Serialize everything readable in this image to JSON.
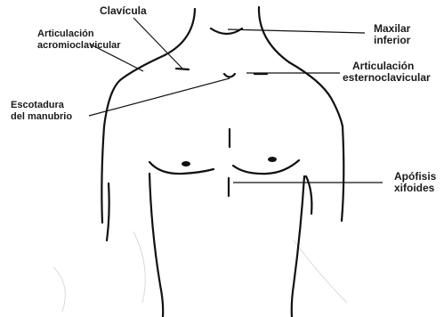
{
  "labels": {
    "clavicula": "Clavícula",
    "articulacion_acromio_1": "Articulación",
    "articulacion_acromio_2": "acromioclavicular",
    "escotadura_1": "Escotadura",
    "escotadura_2": "del manubrio",
    "maxilar_1": "Maxilar",
    "maxilar_2": "inferior",
    "articulacion_esterno_1": "Articulación",
    "articulacion_esterno_2": "esternoclavicular",
    "apofisis_1": "Apófisis",
    "apofisis_2": "xifoides"
  },
  "colors": {
    "ink": "#111111",
    "background": "#ffffff"
  }
}
